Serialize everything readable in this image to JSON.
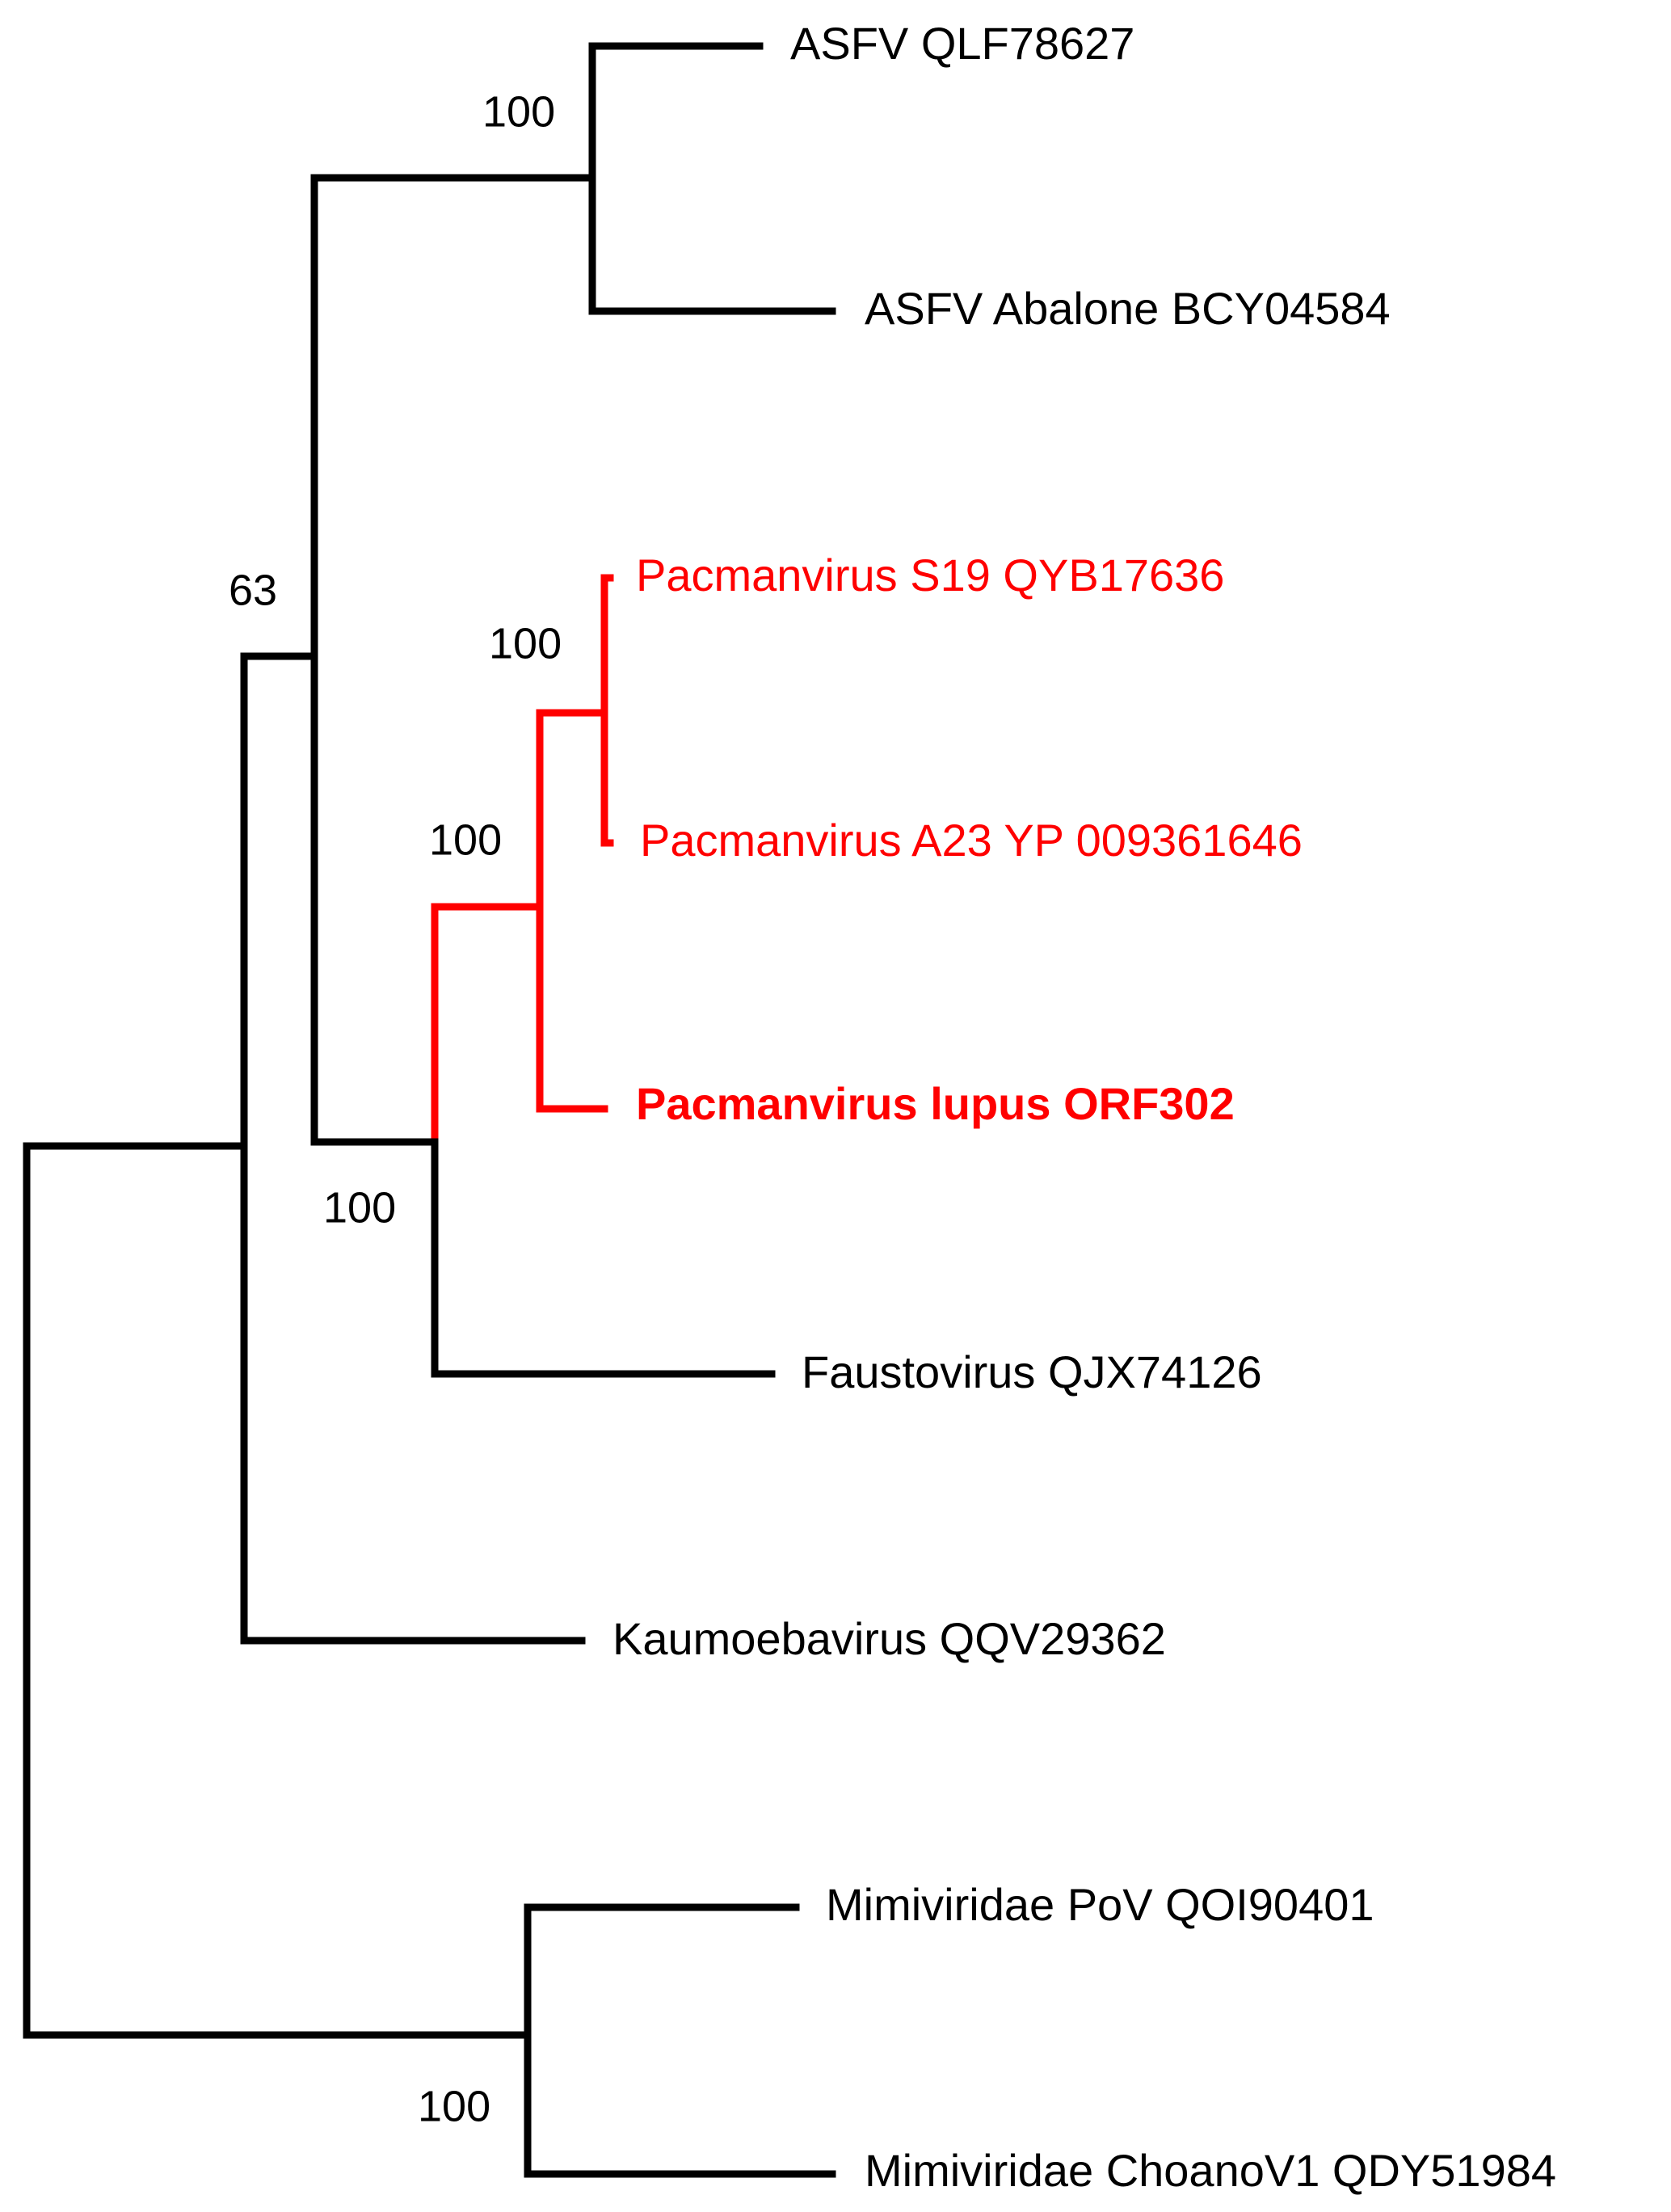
{
  "tree": {
    "colors": {
      "default": "#000000",
      "highlight": "#ff0000"
    },
    "leaves": [
      {
        "id": "asfv",
        "label": "ASFV QLF78627",
        "color": "#000000"
      },
      {
        "id": "asfv-abalone",
        "label": "ASFV Abalone BCY04584",
        "color": "#000000"
      },
      {
        "id": "pacman-s19",
        "label": "Pacmanvirus S19 QYB17636",
        "color": "#ff0000"
      },
      {
        "id": "pacman-a23",
        "label": "Pacmanvirus A23 YP 009361646",
        "color": "#ff0000"
      },
      {
        "id": "pacman-lupus",
        "label": "Pacmanvirus lupus ORF302",
        "color": "#ff0000",
        "bold": true
      },
      {
        "id": "faustovirus",
        "label": "Faustovirus QJX74126",
        "color": "#000000"
      },
      {
        "id": "kaumoebavirus",
        "label": "Kaumoebavirus QQV29362",
        "color": "#000000"
      },
      {
        "id": "mimi-pov",
        "label": "Mimiviridae PoV QOI90401",
        "color": "#000000"
      },
      {
        "id": "mimi-choano",
        "label": "Mimiviridae ChoanoV1 QDY51984",
        "color": "#000000"
      }
    ],
    "support": [
      {
        "id": "node-asfv",
        "value": "100"
      },
      {
        "id": "node-63",
        "value": "63"
      },
      {
        "id": "node-pacman-s19-a23",
        "value": "100"
      },
      {
        "id": "node-pacman-all",
        "value": "100"
      },
      {
        "id": "node-pacman-fausto",
        "value": "100"
      },
      {
        "id": "node-mimi",
        "value": "100"
      }
    ]
  }
}
